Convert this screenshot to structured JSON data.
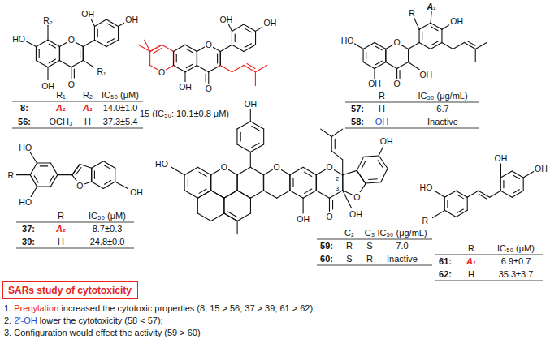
{
  "diagram": {
    "nodes": [
      {
        "text": [
          "SARs study of cytotoxicity"
        ]
      }
    ],
    "labels": [
      "R₂",
      "HO",
      "O",
      "OH",
      "OH",
      "OH",
      "O",
      "R₁",
      "R₁",
      "R₂",
      "IC₅₀ (μM)",
      "8:",
      "A₁",
      "A₁",
      "14.0±1.0",
      "56:",
      "OCH₃",
      "H",
      "37.3±5.4",
      "O",
      "OH",
      "O",
      "O",
      "OH",
      "OH",
      "15 (IC₅₀: 10.1±0.8 μM)",
      "R",
      "A₁",
      "HO",
      "O",
      "OH",
      "O",
      "OH",
      "OH",
      "R",
      "IC₅₀ (μg/mL)",
      "57:",
      "H",
      "6.7",
      "58:",
      "OH",
      "Inactive",
      "HO",
      "R",
      "HO",
      "O",
      "OH",
      "R",
      "IC₅₀ (μM)",
      "37:",
      "A₂",
      "8.7±0.3",
      "39:",
      "H",
      "24.8±0.0",
      "OH",
      "HO",
      "O",
      "O",
      "O",
      "OH",
      "O",
      "OH",
      "2",
      "3",
      "O",
      "OH",
      "C₂",
      "C₃",
      "IC₅₀ (μg/mL)",
      "59:",
      "R",
      "S",
      "7.0",
      "60:",
      "S",
      "R",
      "Inactive",
      "HO",
      "R",
      "OH",
      "OH",
      "R",
      "IC₅₀ (μM)",
      "61:",
      "A₁",
      "6.9±0.7",
      "62:",
      "H",
      "35.3±3.7",
      "1.",
      "Prenylation",
      "increased the cytotoxic properties (8, 15 > 56; 37 > 39; 61 > 62);",
      "2.",
      "2'-OH",
      "lower the cytotoxicity (58 < 57);",
      "3. Configuration would effect the activity (59 > 60)"
    ]
  }
}
